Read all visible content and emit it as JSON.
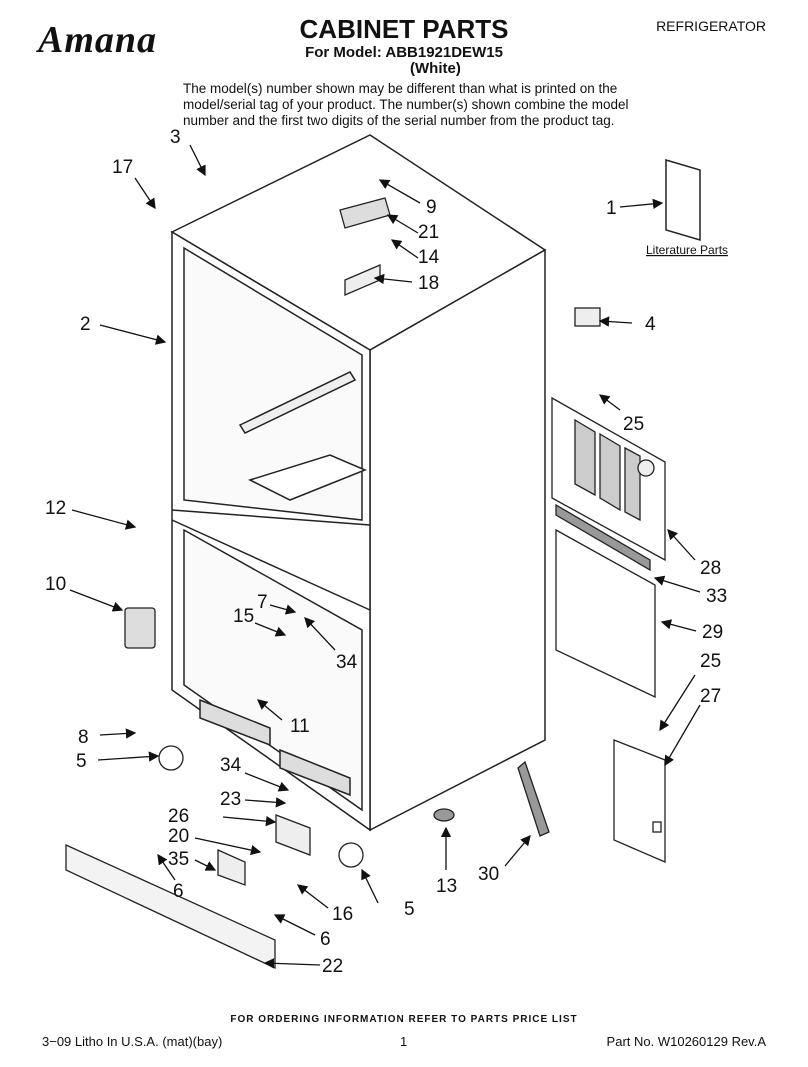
{
  "header": {
    "brand": "Amana",
    "title": "CABINET PARTS",
    "model_line": "For Model: ABB1921DEW15",
    "color_line": "(White)",
    "category": "REFRIGERATOR"
  },
  "note": "The model(s) number shown may be different than what is printed on the model/serial tag of your product. The number(s) shown combine the model number and the first two digits of the serial number from the product tag.",
  "literature_label": "Literature Parts",
  "callouts": {
    "c1": "1",
    "c2": "2",
    "c3": "3",
    "c4": "4",
    "c5a": "5",
    "c5b": "5",
    "c6a": "6",
    "c6b": "6",
    "c7": "7",
    "c8": "8",
    "c9": "9",
    "c10": "10",
    "c11": "11",
    "c12": "12",
    "c13": "13",
    "c14": "14",
    "c15": "15",
    "c16": "16",
    "c17": "17",
    "c18": "18",
    "c20": "20",
    "c21": "21",
    "c22": "22",
    "c23": "23",
    "c25a": "25",
    "c25b": "25",
    "c26": "26",
    "c27": "27",
    "c28": "28",
    "c29": "29",
    "c30": "30",
    "c33": "33",
    "c34a": "34",
    "c34b": "34",
    "c35": "35"
  },
  "footer": {
    "ordering": "FOR ORDERING INFORMATION REFER TO PARTS PRICE LIST",
    "litho": "3−09 Litho In U.S.A. (mat)(bay)",
    "page": "1",
    "part_no": "Part No. W10260129 Rev.A"
  }
}
